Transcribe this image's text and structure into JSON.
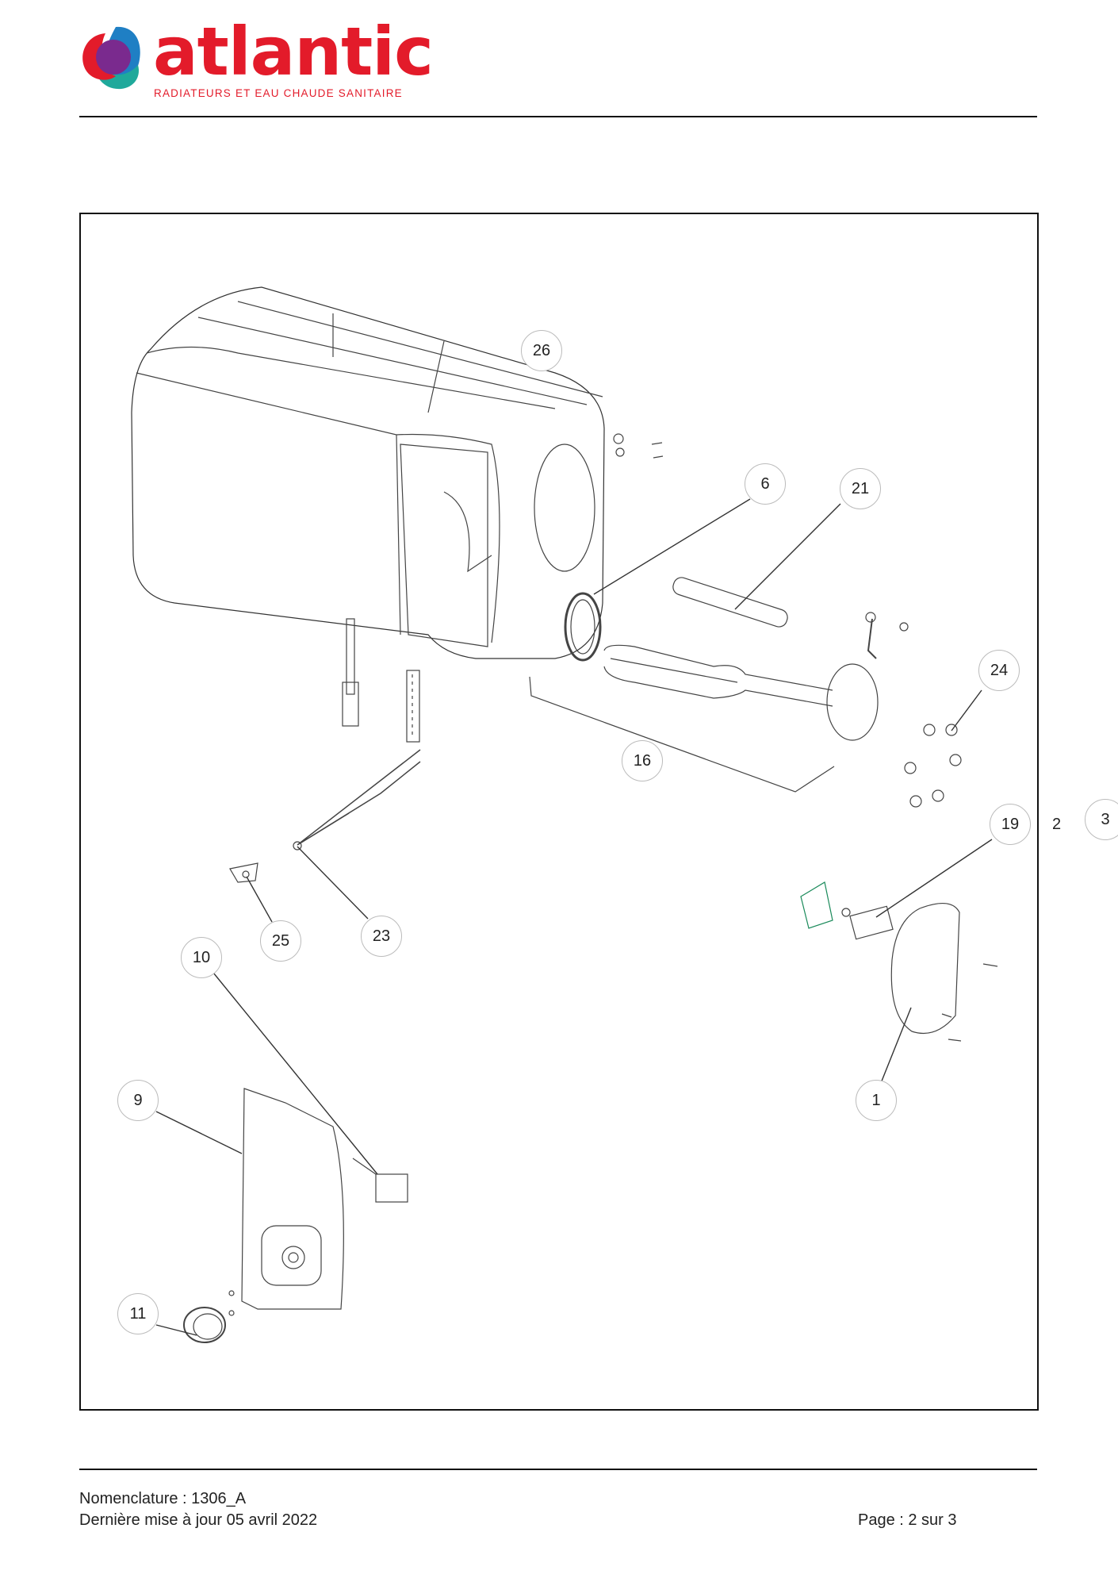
{
  "header": {
    "brand": "atlantic",
    "tagline": "RADIATEURS ET EAU CHAUDE SANITAIRE",
    "colors": {
      "brand_red": "#e31b2a",
      "logo_blue": "#1f7fc4",
      "logo_purple": "#7a2a8e",
      "logo_teal": "#1fa99b"
    }
  },
  "callouts": {
    "c26": "26",
    "c6": "6",
    "c21": "21",
    "c24": "24",
    "c16": "16",
    "c19": "19",
    "c2": "2",
    "c3": "3",
    "c25": "25",
    "c23": "23",
    "c10": "10",
    "c9": "9",
    "c1": "1",
    "c11": "11"
  },
  "footer": {
    "nomenclature": "Nomenclature : 1306_A",
    "updated": "Dernière mise à jour 05 avril 2022",
    "page": "Page : 2 sur 3"
  }
}
